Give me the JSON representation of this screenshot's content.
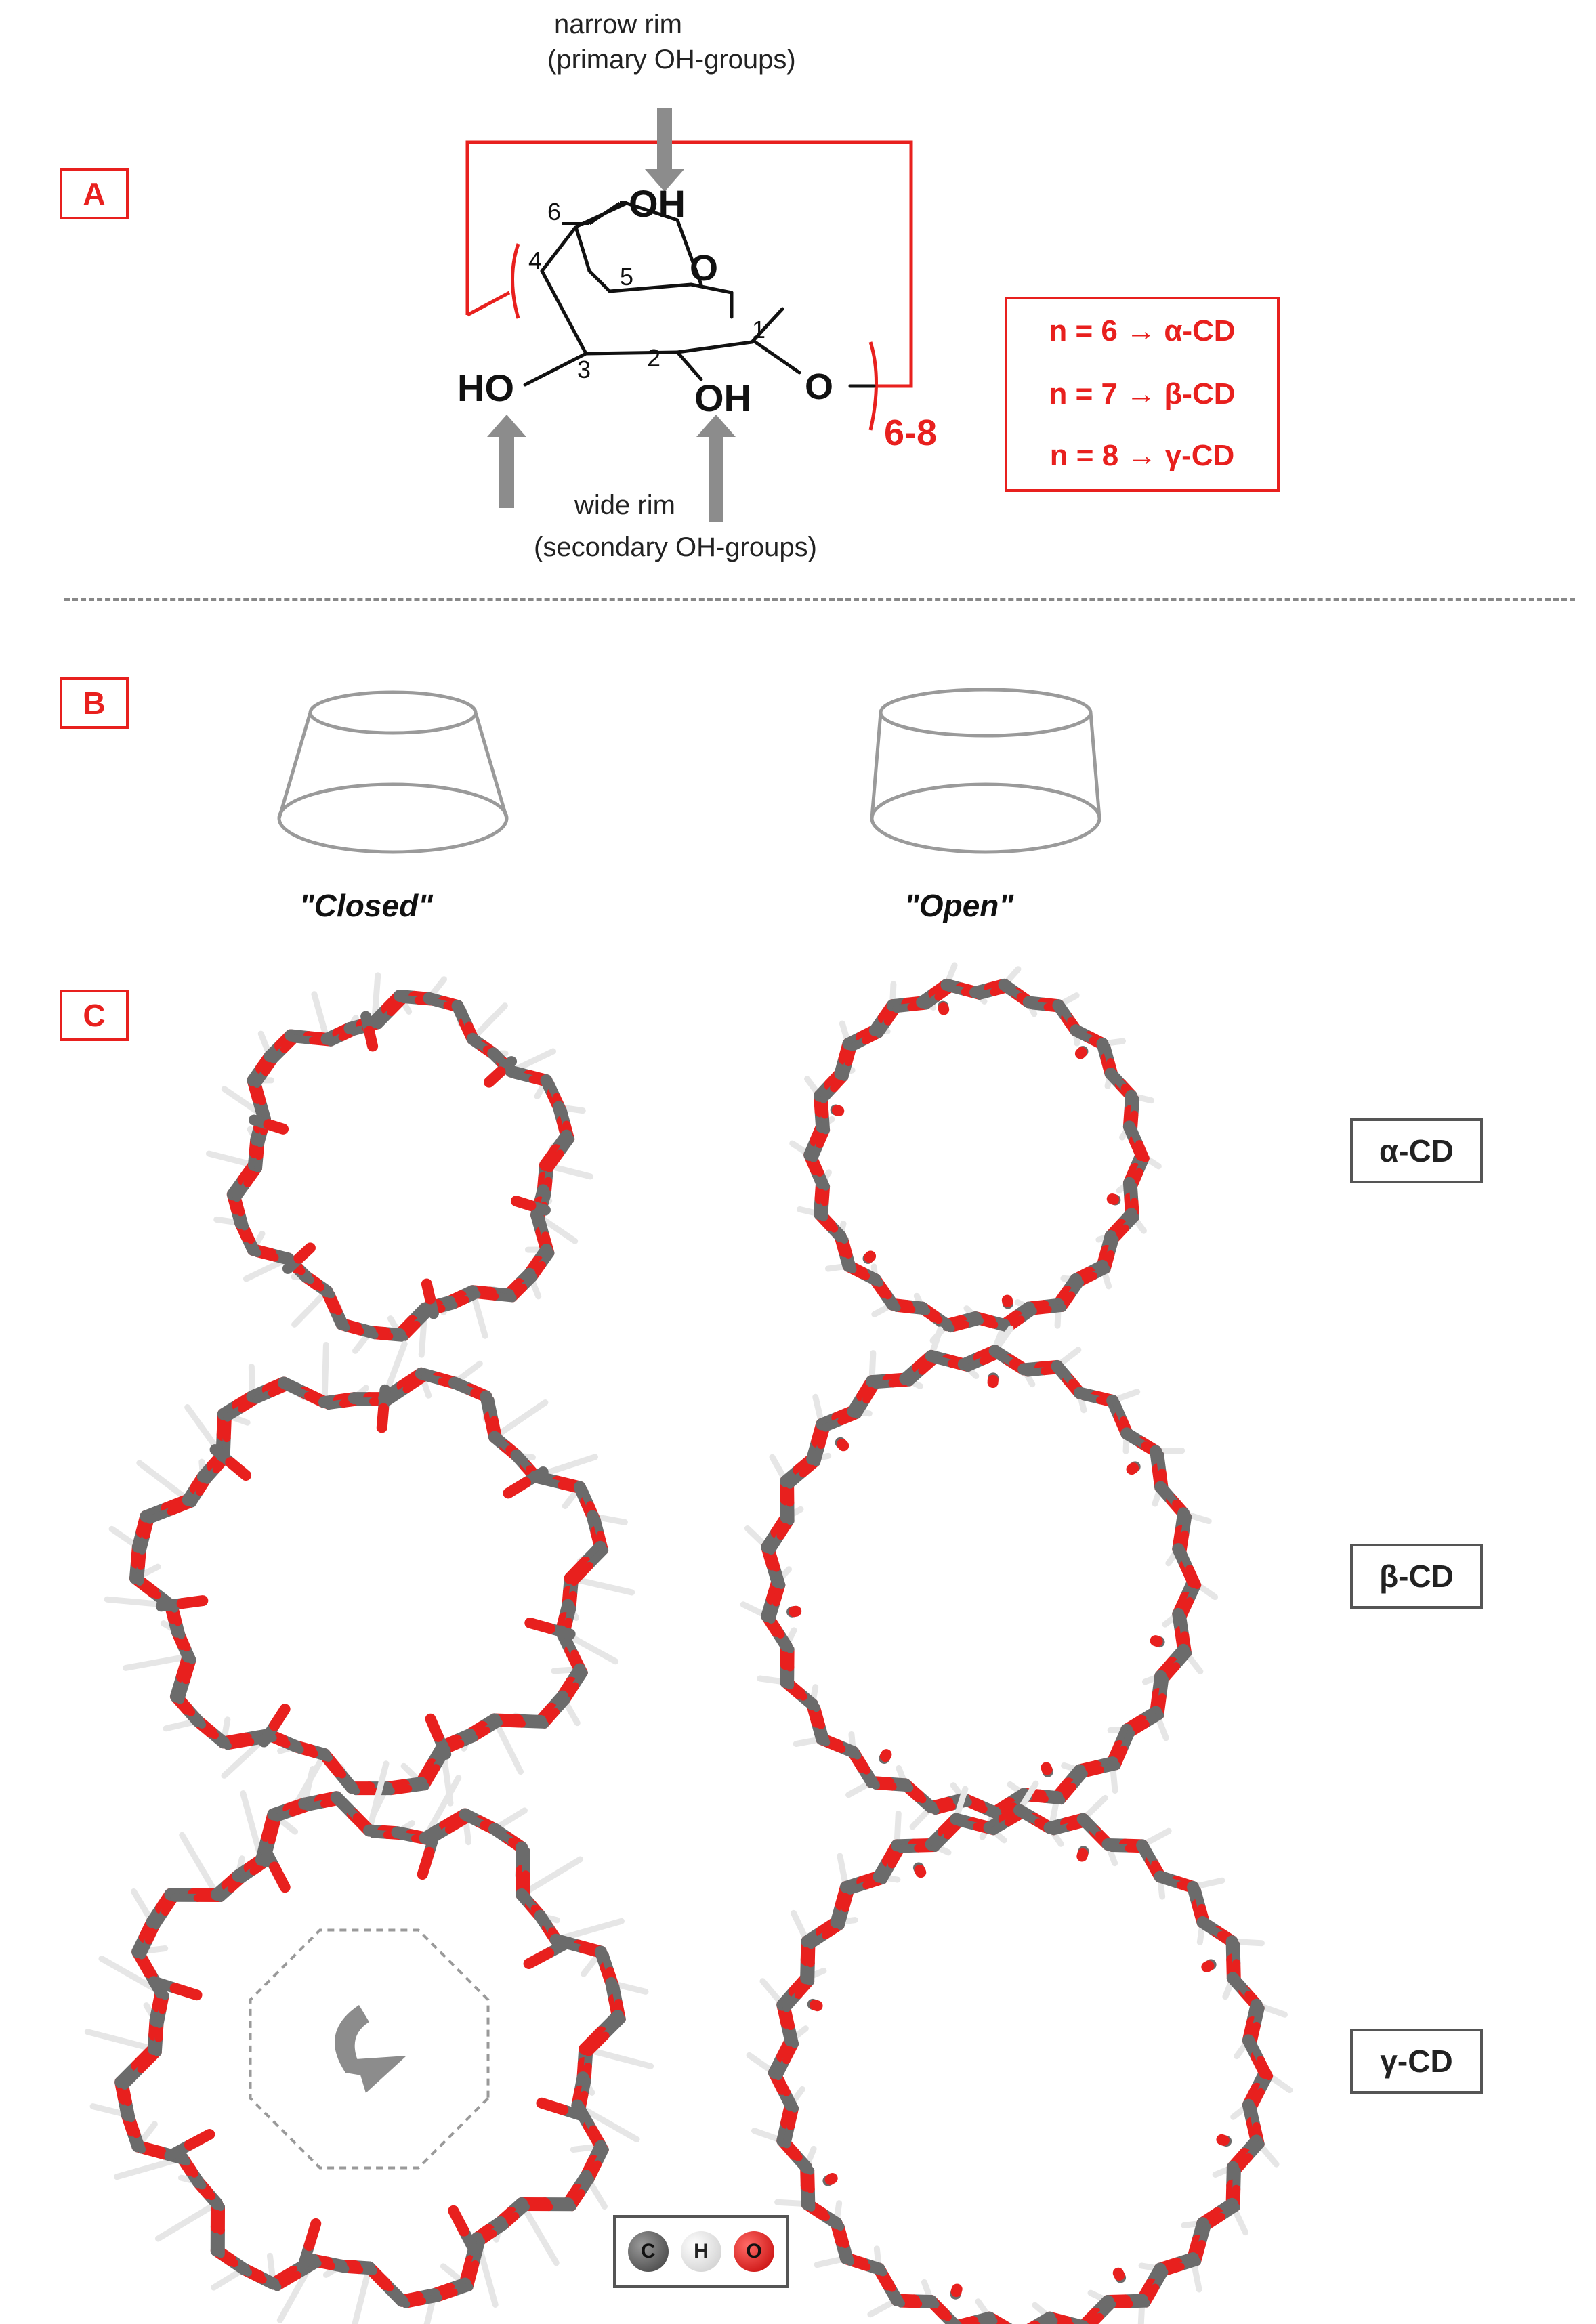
{
  "panels": {
    "a": "A",
    "b": "B",
    "c": "C"
  },
  "structure": {
    "narrow_rim": "narrow rim",
    "narrow_rim_sub": "(primary OH-groups)",
    "wide_rim": "wide rim",
    "wide_rim_sub": "(secondary OH-groups)",
    "oh_top": "OH",
    "oh_right": "OH",
    "ho_left": "HO",
    "ring_o": "O",
    "link_o": "O",
    "repeat": "6-8",
    "atom_numbers": [
      "1",
      "2",
      "3",
      "4",
      "5",
      "6"
    ]
  },
  "n_box": [
    "n = 6 → α-CD",
    "n = 7 → β-CD",
    "n = 8 → γ-CD"
  ],
  "states": {
    "closed": "\"Closed\"",
    "open": "\"Open\""
  },
  "cd_labels": [
    "α-CD",
    "β-CD",
    "γ-CD"
  ],
  "legend": {
    "c": "C",
    "h": "H",
    "o": "O"
  },
  "colors": {
    "accent": "#e8201e",
    "carbon": "#6b6b6b",
    "hydrogen": "#e6e6e6",
    "oxygen": "#e8201e",
    "frustum": "#9a9a9a"
  }
}
